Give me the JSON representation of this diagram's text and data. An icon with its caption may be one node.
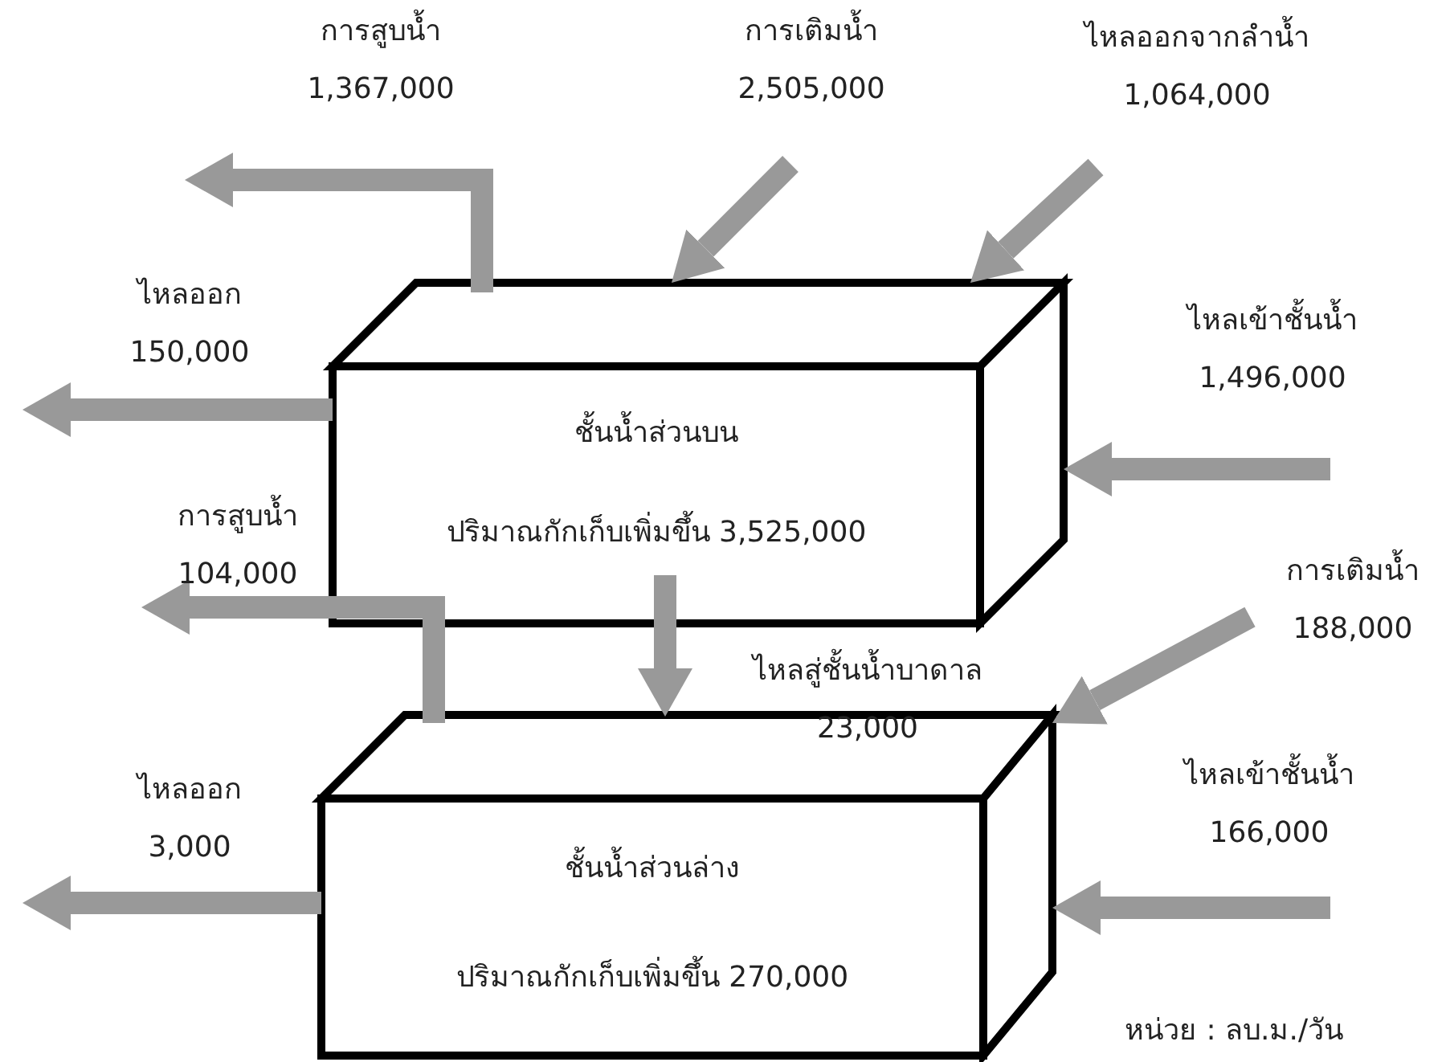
{
  "diagram": {
    "nodes": [
      {
        "text": [
          "ชั้นน้ำส่วนบน",
          "ปริมาณกักเก็บเพิ่มขึ้น 3,525,000"
        ]
      },
      {
        "text": [
          "ชั้นน้ำส่วนล่าง",
          "ปริมาณกักเก็บเพิ่มขึ้น 270,000"
        ]
      }
    ],
    "edges": [
      {
        "from": 0,
        "to": null,
        "arrow": "to",
        "label": "การสูบน้ำ 1,367,000"
      },
      {
        "from": null,
        "to": 0,
        "arrow": "to",
        "label": "การเติมน้ำ 2,505,000"
      },
      {
        "from": null,
        "to": 0,
        "arrow": "to",
        "label": "ไหลออกจากลำน้ำ 1,064,000"
      },
      {
        "from": 0,
        "to": null,
        "arrow": "to",
        "label": "ไหลออก 150,000"
      },
      {
        "from": null,
        "to": 0,
        "arrow": "to",
        "label": "ไหลเข้าชั้นน้ำ 1,496,000"
      },
      {
        "from": 1,
        "to": null,
        "arrow": "to",
        "label": "การสูบน้ำ 104,000"
      },
      {
        "from": 0,
        "to": 1,
        "arrow": "to",
        "label": "ไหลสู่ชั้นน้ำบาดาล 23,000"
      },
      {
        "from": null,
        "to": 1,
        "arrow": "to",
        "label": "การเติมน้ำ 188,000"
      },
      {
        "from": 1,
        "to": null,
        "arrow": "to",
        "label": "ไหลออก 3,000"
      },
      {
        "from": null,
        "to": 1,
        "arrow": "to",
        "label": "ไหลเข้าชั้นน้ำ 166,000"
      }
    ],
    "labels": [
      "หน่วย : ลบ.ม./วัน"
    ]
  }
}
